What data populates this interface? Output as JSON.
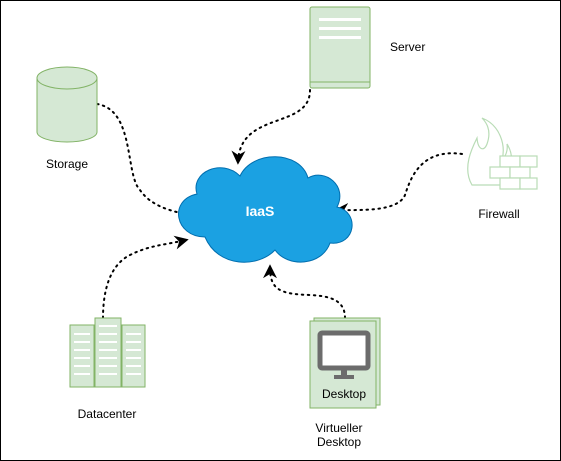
{
  "colors": {
    "cloud_fill": "#1ba1e2",
    "cloud_stroke": "#006eaf",
    "node_fill": "#d5e8d4",
    "node_stroke": "#82b366",
    "desktop_screen": "#6c6c6c",
    "connector": "#000000",
    "border": "#000000"
  },
  "center": {
    "label": "IaaS",
    "icon": "cloud-icon"
  },
  "nodes": {
    "server": {
      "label": "Server",
      "icon": "server-icon"
    },
    "storage": {
      "label": "Storage",
      "icon": "database-icon"
    },
    "firewall": {
      "label": "Firewall",
      "icon": "firewall-icon"
    },
    "datacenter": {
      "label": "Datacenter",
      "icon": "datacenter-icon"
    },
    "desktop": {
      "label_line1": "Virtueller",
      "label_line2": "Desktop",
      "inner_label": "Desktop",
      "icon": "desktop-icon"
    }
  }
}
